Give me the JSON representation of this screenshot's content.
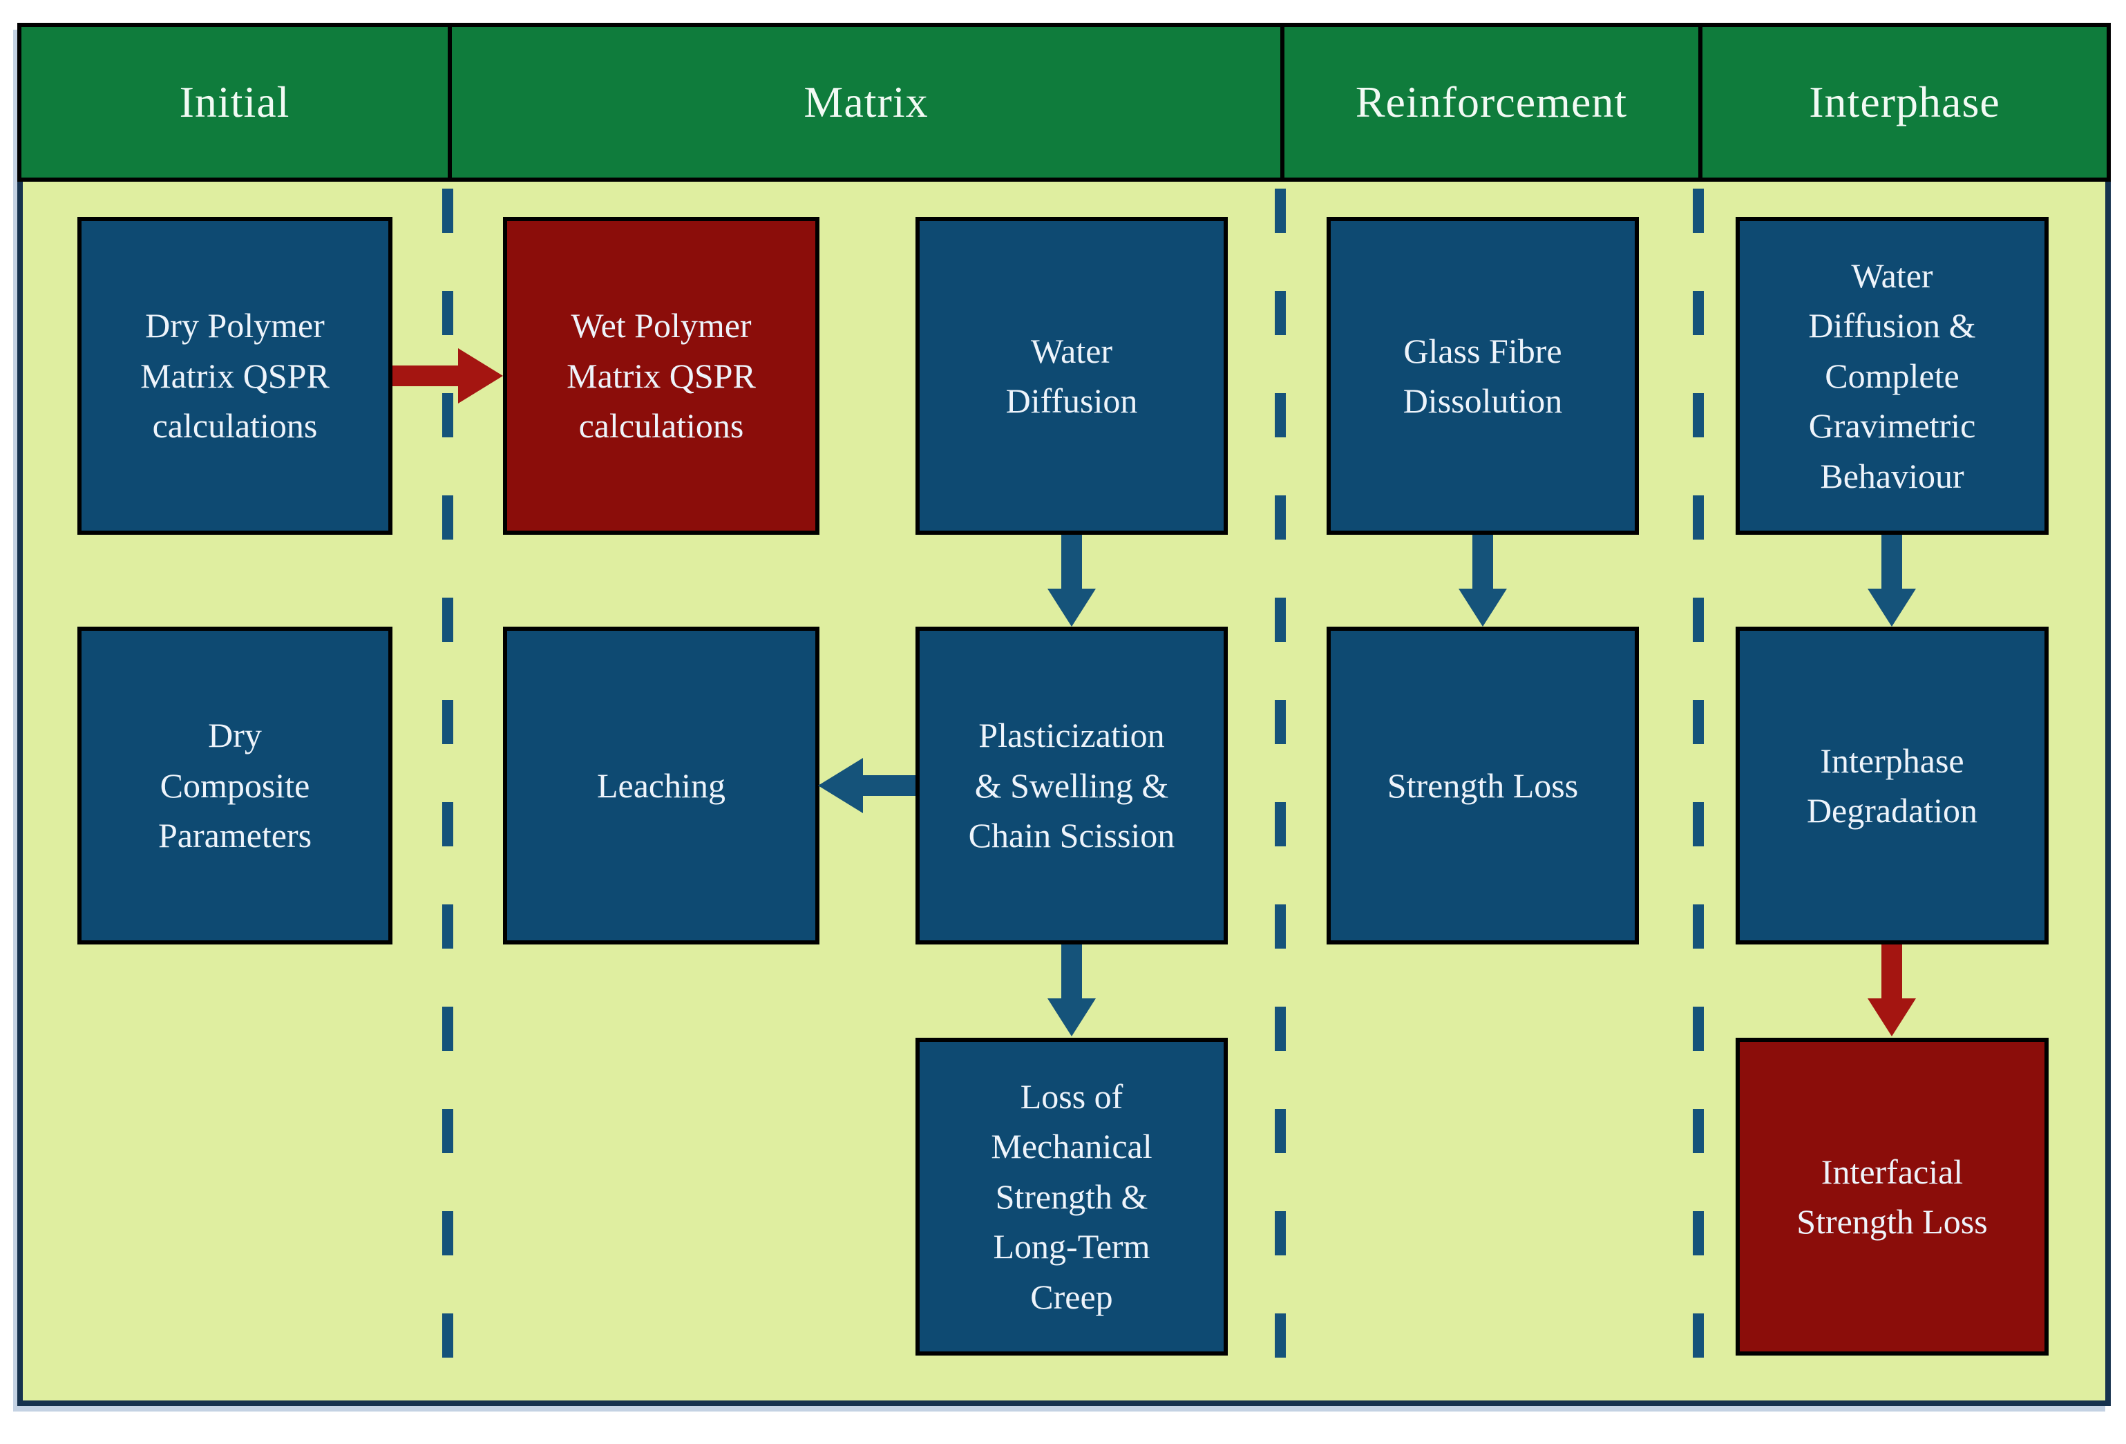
{
  "header": {
    "columns": [
      {
        "label": "Initial"
      },
      {
        "label": "Matrix"
      },
      {
        "label": "Reinforcement"
      },
      {
        "label": "Interphase"
      }
    ]
  },
  "boxes": {
    "dry_polymer": {
      "label": "Dry Polymer\nMatrix QSPR\ncalculations",
      "style": "blue"
    },
    "wet_polymer": {
      "label": "Wet Polymer\nMatrix QSPR\ncalculations",
      "style": "red"
    },
    "water_diffusion": {
      "label": "Water\nDiffusion",
      "style": "blue"
    },
    "glass_fibre_dissolution": {
      "label": "Glass Fibre\nDissolution",
      "style": "blue"
    },
    "water_diffusion_gravimetric": {
      "label": "Water\nDiffusion &\nComplete\nGravimetric\nBehaviour",
      "style": "blue"
    },
    "dry_composite_parameters": {
      "label": "Dry\nComposite\nParameters",
      "style": "blue"
    },
    "leaching": {
      "label": "Leaching",
      "style": "blue"
    },
    "plasticization": {
      "label": "Plasticization\n& Swelling &\nChain Scission",
      "style": "blue"
    },
    "strength_loss": {
      "label": "Strength Loss",
      "style": "blue"
    },
    "interphase_degradation": {
      "label": "Interphase\nDegradation",
      "style": "blue"
    },
    "loss_mechanical": {
      "label": "Loss of\nMechanical\nStrength &\nLong-Term\nCreep",
      "style": "blue"
    },
    "interfacial_strength_loss": {
      "label": "Interfacial\nStrength Loss",
      "style": "red"
    }
  },
  "colors": {
    "header_green": "#0f7c3c",
    "header_text": "#f2faf4",
    "body_bg": "#dfeea0",
    "box_blue": "#0e4a72",
    "box_red": "#8b0d0a",
    "arrow_blue": "#15537a",
    "arrow_red": "#a41511",
    "frame_navy": "#16324e",
    "text_light": "#eef4fb",
    "shadow": "#c4d2e3"
  }
}
